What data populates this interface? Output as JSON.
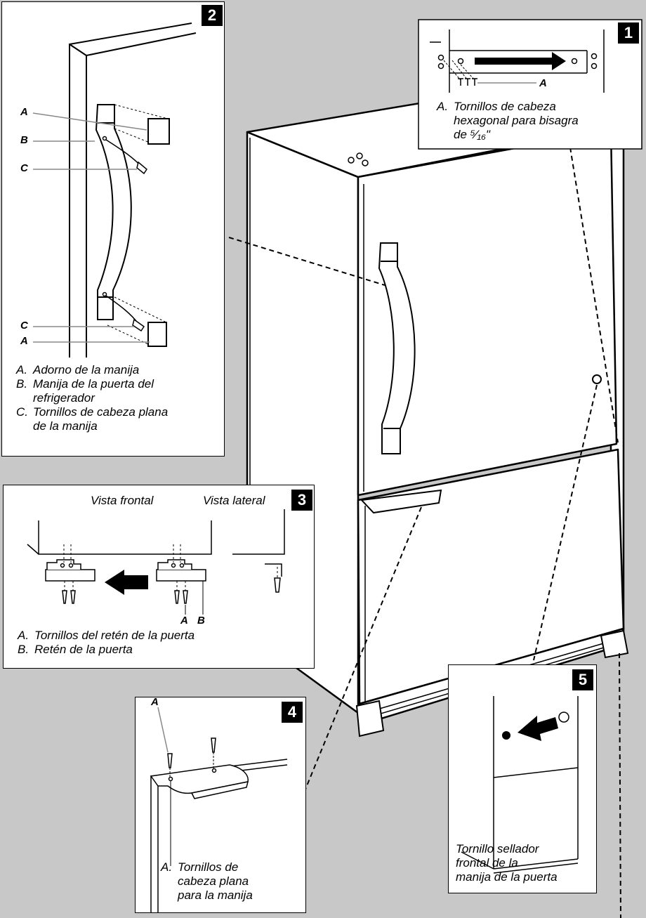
{
  "panel1": {
    "number": "1",
    "callout": "A",
    "caption_key": "A.",
    "caption_lines": [
      "Tornillos de cabeza",
      "hexagonal para bisagra",
      "de ⁵⁄₁₆\""
    ]
  },
  "panel2": {
    "number": "2",
    "callouts": [
      "A",
      "B",
      "C",
      "C",
      "A"
    ],
    "items": [
      {
        "key": "A.",
        "lines": [
          "Adorno de la manija"
        ]
      },
      {
        "key": "B.",
        "lines": [
          "Manija de la puerta del",
          "refrigerador"
        ]
      },
      {
        "key": "C.",
        "lines": [
          "Tornillos de cabeza plana",
          "de la manija"
        ]
      }
    ]
  },
  "panel3": {
    "number": "3",
    "view_front": "Vista frontal",
    "view_side": "Vista lateral",
    "callouts": [
      "A",
      "B"
    ],
    "items": [
      {
        "key": "A.",
        "lines": [
          "Tornillos del retén de la puerta"
        ]
      },
      {
        "key": "B.",
        "lines": [
          "Retén de la puerta"
        ]
      }
    ]
  },
  "panel4": {
    "number": "4",
    "callout": "A",
    "caption_key": "A.",
    "caption_lines": [
      "Tornillos de",
      "cabeza plana",
      "para la manija"
    ]
  },
  "panel5": {
    "number": "5",
    "caption_lines": [
      "Tornillo sellador",
      "frontal de la",
      "manija de la puerta"
    ]
  }
}
